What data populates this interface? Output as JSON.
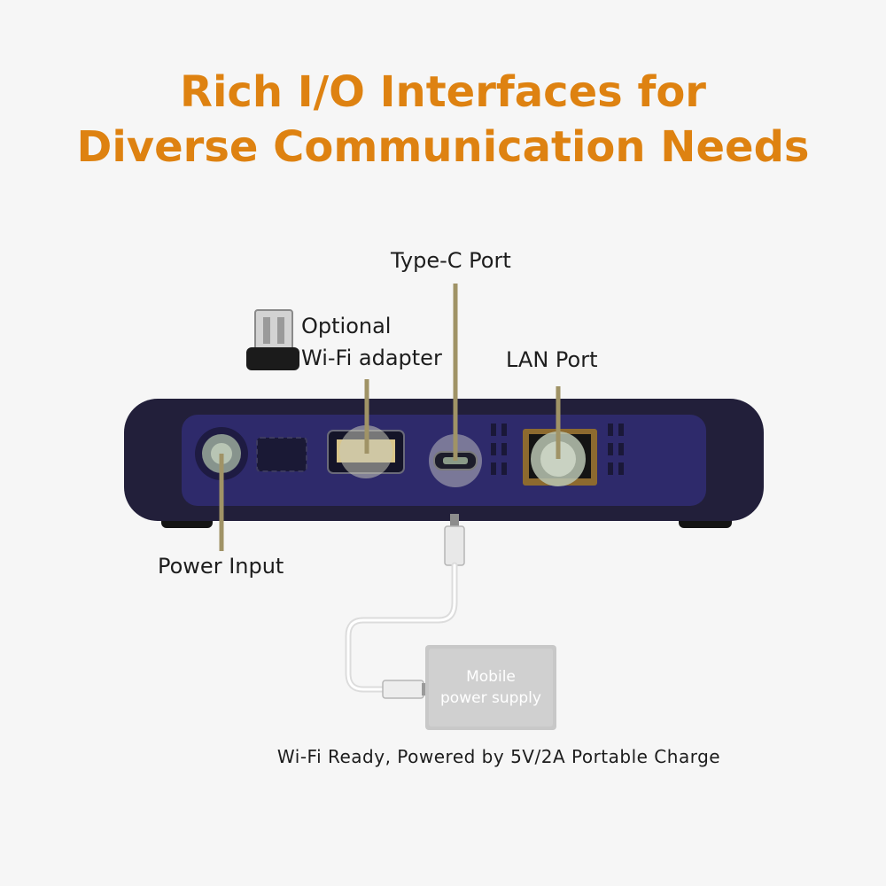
{
  "title_line1": "Rich I/O Interfaces for",
  "title_line2": "Diverse Communication Needs",
  "labels": {
    "type_c": "Type-C Port",
    "optional_wifi_line1": "Optional",
    "optional_wifi_line2": "Wi-Fi adapter",
    "lan": "LAN Port",
    "power_input": "Power Input"
  },
  "battery": {
    "line1": "Mobile",
    "line2": "power supply"
  },
  "caption": "Wi-Fi Ready, Powered by 5V/2A Portable Charge",
  "colors": {
    "title": "#de8211",
    "device_body": "#221f3a",
    "device_panel": "#2e2a6b",
    "callout_line": "#a09366",
    "battery": "#c8c8c8"
  }
}
